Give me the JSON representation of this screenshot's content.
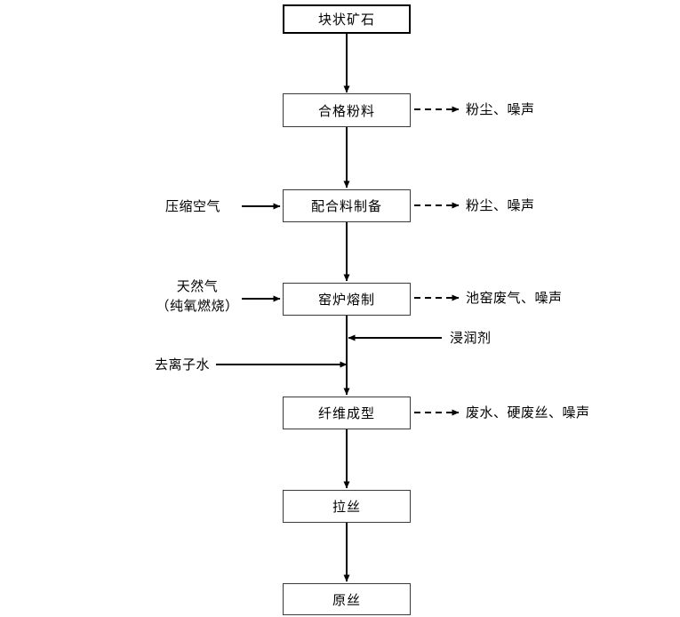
{
  "diagram": {
    "title": "",
    "type": "process-flow",
    "nodes": [
      {
        "id": "n1",
        "label": "块状矿石"
      },
      {
        "id": "n2",
        "label": "合格粉料"
      },
      {
        "id": "n3",
        "label": "配合料制备"
      },
      {
        "id": "n4",
        "label": "窑炉熔制"
      },
      {
        "id": "n5",
        "label": "纤维成型"
      },
      {
        "id": "n6",
        "label": "拉丝"
      },
      {
        "id": "n7",
        "label": "原丝"
      }
    ],
    "inputs": [
      {
        "id": "i1",
        "label": "压缩空气",
        "target": "配合料制备"
      },
      {
        "id": "i2_line1",
        "label": "天然气",
        "target": "窑炉熔制"
      },
      {
        "id": "i2_line2",
        "label": "（纯氧燃烧）",
        "target": "窑炉熔制"
      },
      {
        "id": "i3",
        "label": "浸润剂",
        "target": "纤维成型"
      },
      {
        "id": "i4",
        "label": "去离子水",
        "target": "纤维成型"
      }
    ],
    "outputs": [
      {
        "id": "o1",
        "label": "粉尘、噪声",
        "source": "合格粉料"
      },
      {
        "id": "o2",
        "label": "粉尘、噪声",
        "source": "配合料制备"
      },
      {
        "id": "o3",
        "label": "池窑废气、噪声",
        "source": "窑炉熔制"
      },
      {
        "id": "o4",
        "label": "废水、硬废丝、噪声",
        "source": "纤维成型"
      }
    ],
    "colors": {
      "stroke": "#000000",
      "node_border": "#3a3a3a",
      "background": "#ffffff",
      "text": "#000000"
    }
  }
}
